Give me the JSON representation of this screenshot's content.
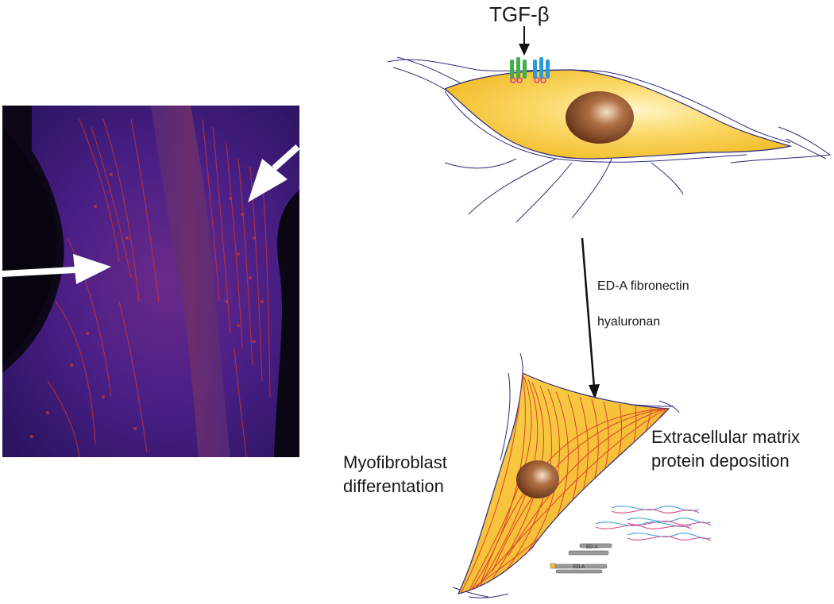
{
  "micrograph": {
    "description_colors": {
      "background": "#0c0618",
      "tissue_blue": "#3a1e8a",
      "tissue_red": "#c0302e"
    }
  },
  "diagram": {
    "top_label": "TGF-β",
    "pathway_label_1": "ED-A fibronectin",
    "pathway_label_2": "hyaluronan",
    "left_label_line1": "Myofibroblast",
    "left_label_line2": "differentation",
    "right_label_line1": "Extracellular matrix",
    "right_label_line2": "protein deposition",
    "fibronectin_tag_1": "ED-A",
    "fibronectin_tag_2": "ED-A",
    "colors": {
      "cell_fill": "#f6c532",
      "cell_fill_light": "#fbe27a",
      "nucleus": "#8a4a1e",
      "outline": "#2b2a7a",
      "stress_fibers": "#d8342b",
      "receptor_green": "#3fb04a",
      "receptor_blue": "#2a9ad6",
      "receptor_pink": "#d63a8a",
      "collagen_blue": "#3aa0d8",
      "collagen_pink": "#d84a8a"
    }
  }
}
